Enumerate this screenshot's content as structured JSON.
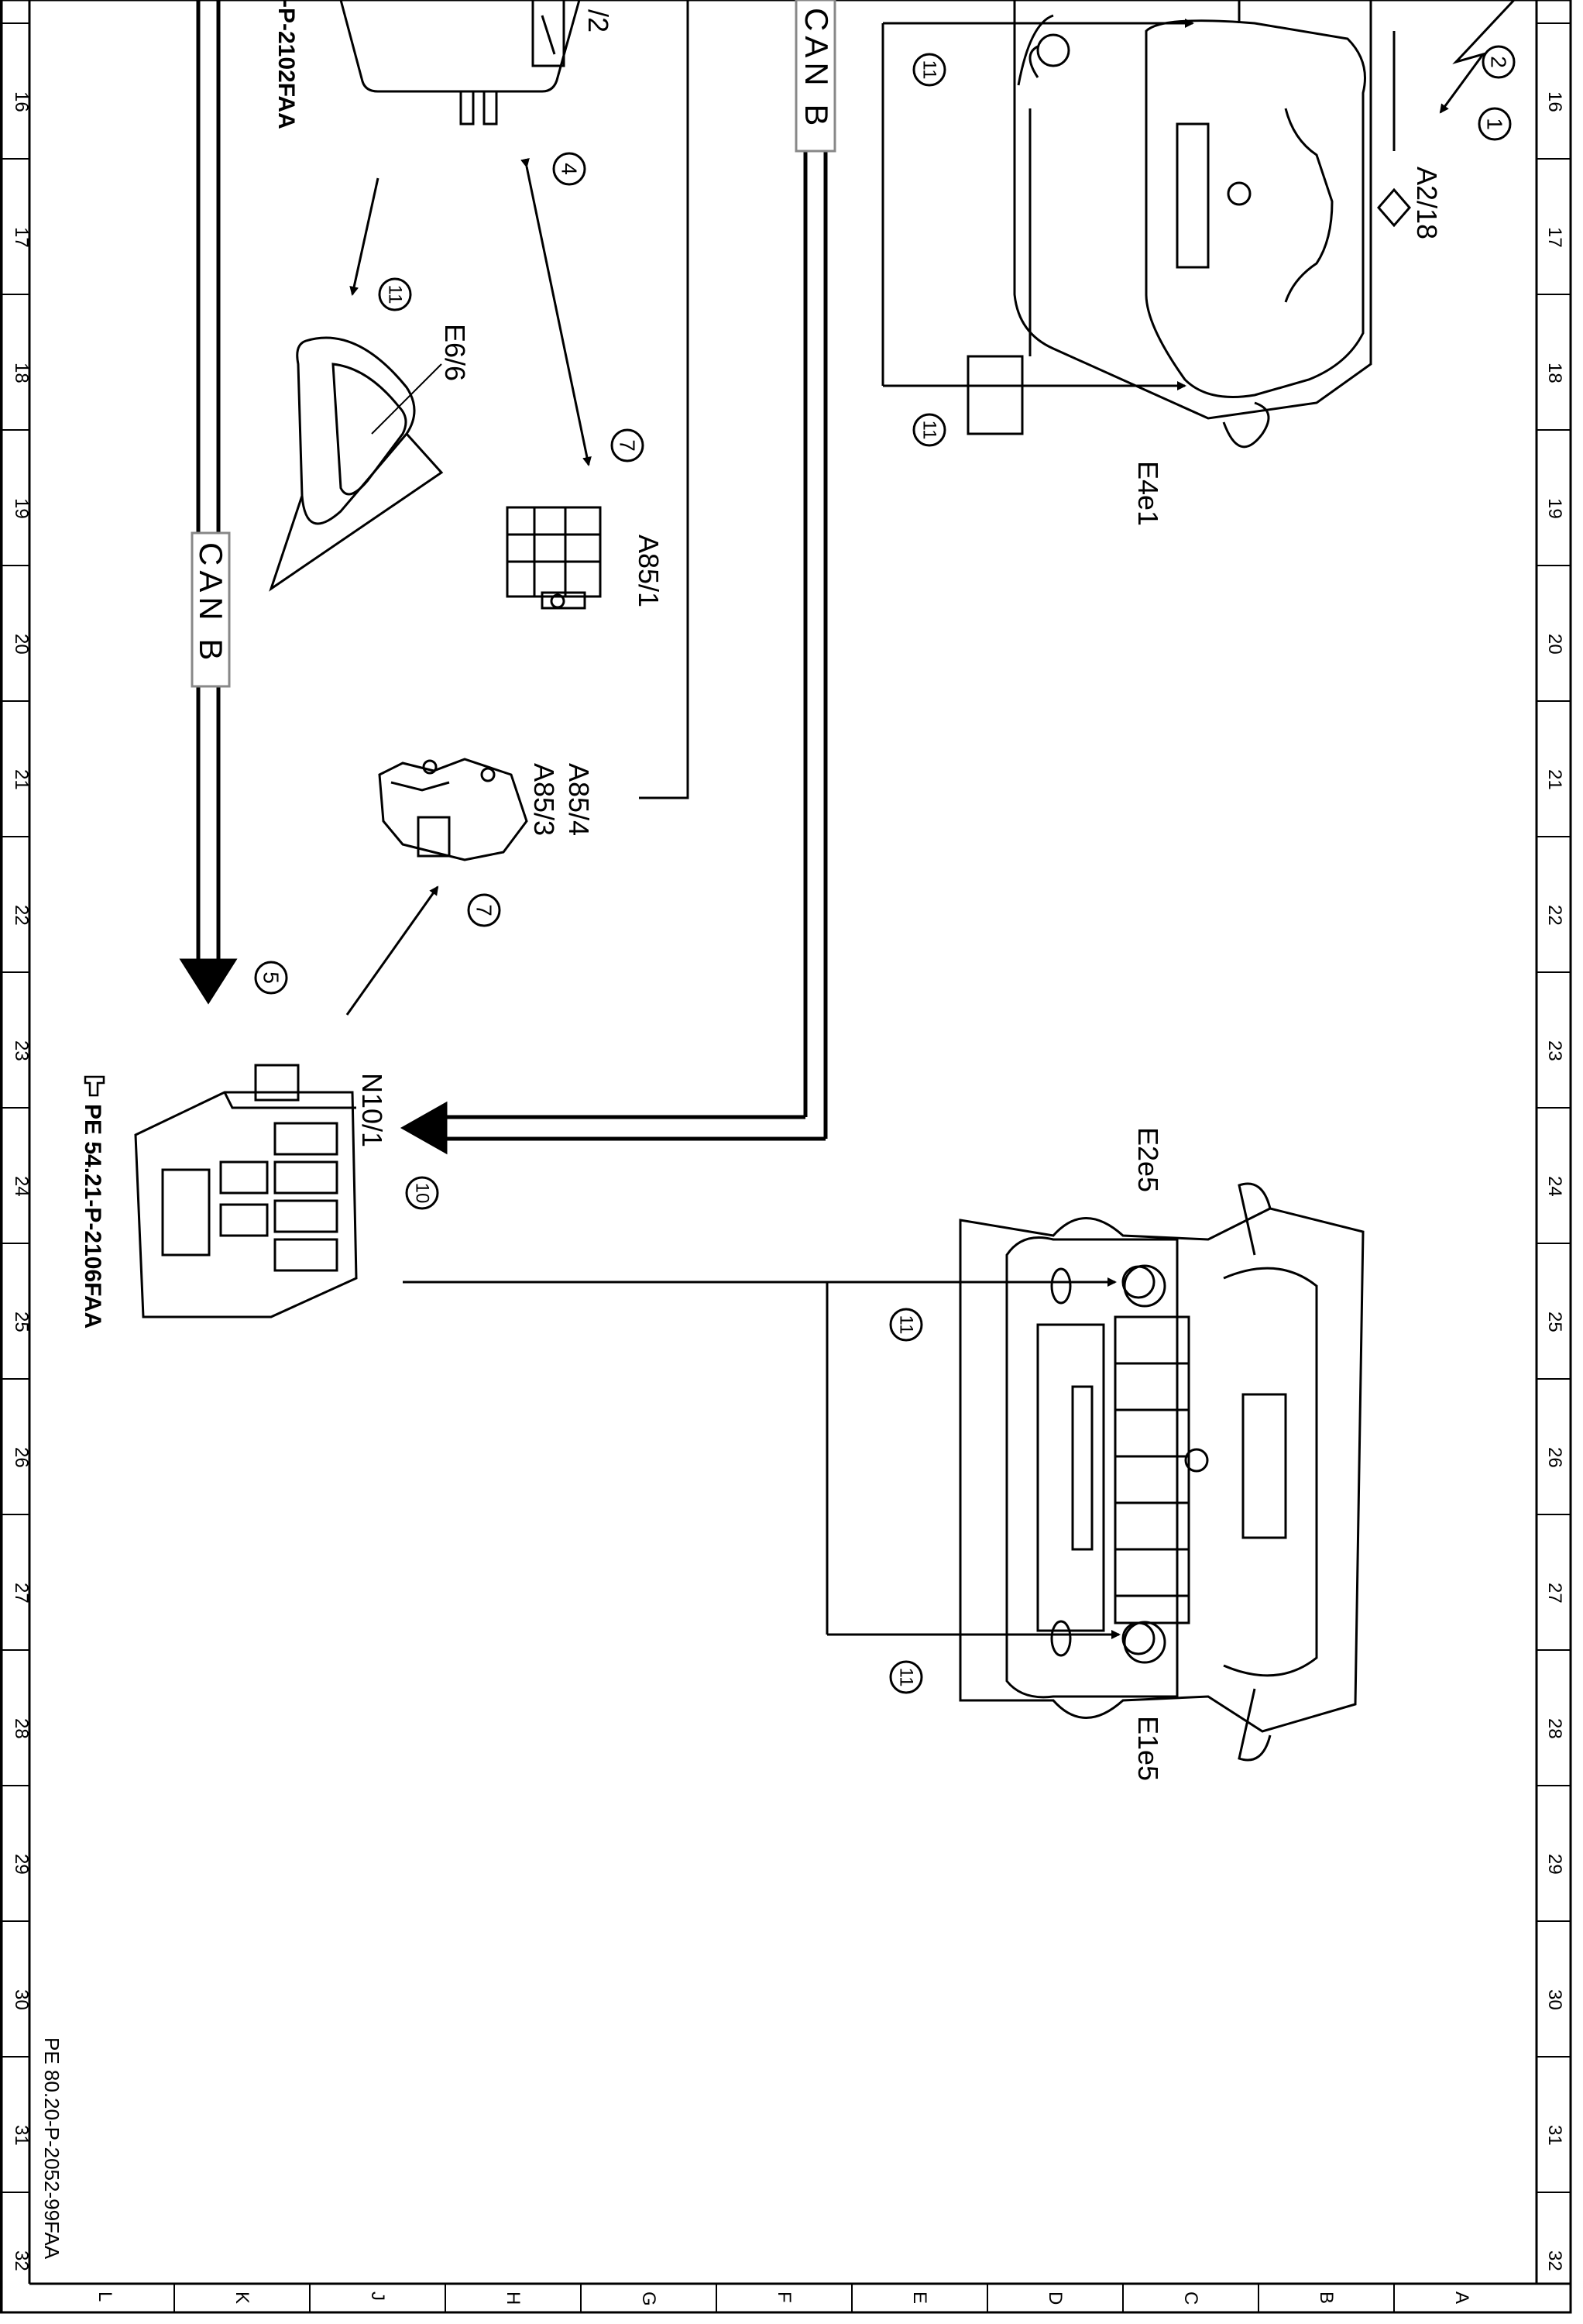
{
  "sheet": {
    "top_ruler": [
      "16",
      "17",
      "18",
      "19",
      "20",
      "21",
      "22",
      "23",
      "24",
      "25",
      "26",
      "27",
      "28",
      "29",
      "30",
      "31",
      "32"
    ],
    "bottom_ruler": [
      "16",
      "17",
      "18",
      "19",
      "20",
      "21",
      "22",
      "23",
      "24",
      "25",
      "26",
      "27",
      "28",
      "29",
      "30",
      "31",
      "32"
    ],
    "side_letters": [
      "L",
      "K",
      "J",
      "H",
      "G",
      "F",
      "E",
      "D",
      "C",
      "B",
      "A"
    ],
    "doc_ref": "PE 80.20-P-2052-99FAA"
  },
  "bus": {
    "upper": "CAN B",
    "lower": "CAN B"
  },
  "components": {
    "a2_18": "A2/18",
    "e4e1": "E4e1",
    "e6_6": "E6/6",
    "a85_1": "A85/1",
    "a85_3": "A85/3",
    "a85_4": "A85/4",
    "n10_1": "N10/1",
    "e2e5": "E2e5",
    "e1e5": "E1e5",
    "module_partial": "/2"
  },
  "references": {
    "upper_ref": "-P-2102FAA",
    "lower_ref": "PE 54.21-P-2106FAA"
  },
  "callouts": {
    "c1": "1",
    "c2": "2",
    "c4": "4",
    "c5": "5",
    "c7a": "7",
    "c7b": "7",
    "c10": "10",
    "c11a": "11",
    "c11b": "11",
    "c11c": "11",
    "c11d": "11",
    "c11e": "11"
  },
  "icons": {
    "ref_pointer": "hand-pointer-icon",
    "antenna_signal": "lightning-signal-icon",
    "diamond": "diamond-symbol-icon"
  }
}
